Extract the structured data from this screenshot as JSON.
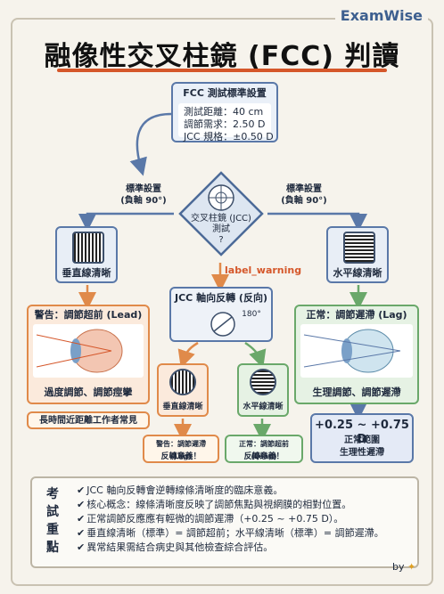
{
  "brand": "ExamWise",
  "title": "融像性交叉柱鏡 (FCC) 判讀",
  "settings": {
    "heading": "FCC 測試標準設置",
    "lines": [
      "測試距離：40 cm",
      "調節需求：2.50 D",
      "JCC 規格：±0.50 D"
    ]
  },
  "left_setup_label": "標準設置\n(負軸 90°)",
  "right_setup_label": "標準設置\n(負軸 90°)",
  "jcc_test_label": "交叉柱鏡 (JCC)\n測試\n?",
  "label_warning": "label_warning",
  "vertical_clear": "垂直線清晰",
  "horizontal_clear": "水平線清晰",
  "reverse_box_label": "JCC 軸向反轉 (反向)",
  "reverse_angle": "180°",
  "lead_box": {
    "heading": "警告：調節超前 (Lead)",
    "caption": "過度調節、調節痙攣"
  },
  "lead_note": "長時間近距離工作者常見",
  "lag_box": {
    "heading": "正常：調節遲滯 (Lag)",
    "caption": "生理調節、調節遲滯"
  },
  "normal_range": {
    "value": "+0.25 ~ +0.75 D",
    "line1": "正常範圍",
    "line2": "生理性遲滯"
  },
  "rev_left": {
    "label": "垂直線清晰",
    "warn": "警告：調節遲滯 (Lag)",
    "sub": "反轉意義！"
  },
  "rev_right": {
    "label": "水平線清晰",
    "warn": "正常：調節超前 (Lead)",
    "sub": "反轉意義！"
  },
  "keypoints": {
    "tag": "考試重點",
    "items": [
      "JCC 軸向反轉會逆轉線條清晰度的臨床意義。",
      "核心概念：線條清晰度反映了調節焦點與視網膜的相對位置。",
      "正常調節反應應有輕微的調節遲滯（+0.25 ~ +0.75 D）。",
      "垂直線清晰（標準）= 調節超前；水平線清晰（標準）= 調節遲滯。",
      "異常結果需結合病史與其他檢查綜合評估。"
    ]
  },
  "byline": "by",
  "colors": {
    "accent": "#d5572a",
    "blue": "#5a78a8",
    "orange": "#e08a4a",
    "green": "#6aa86a"
  }
}
